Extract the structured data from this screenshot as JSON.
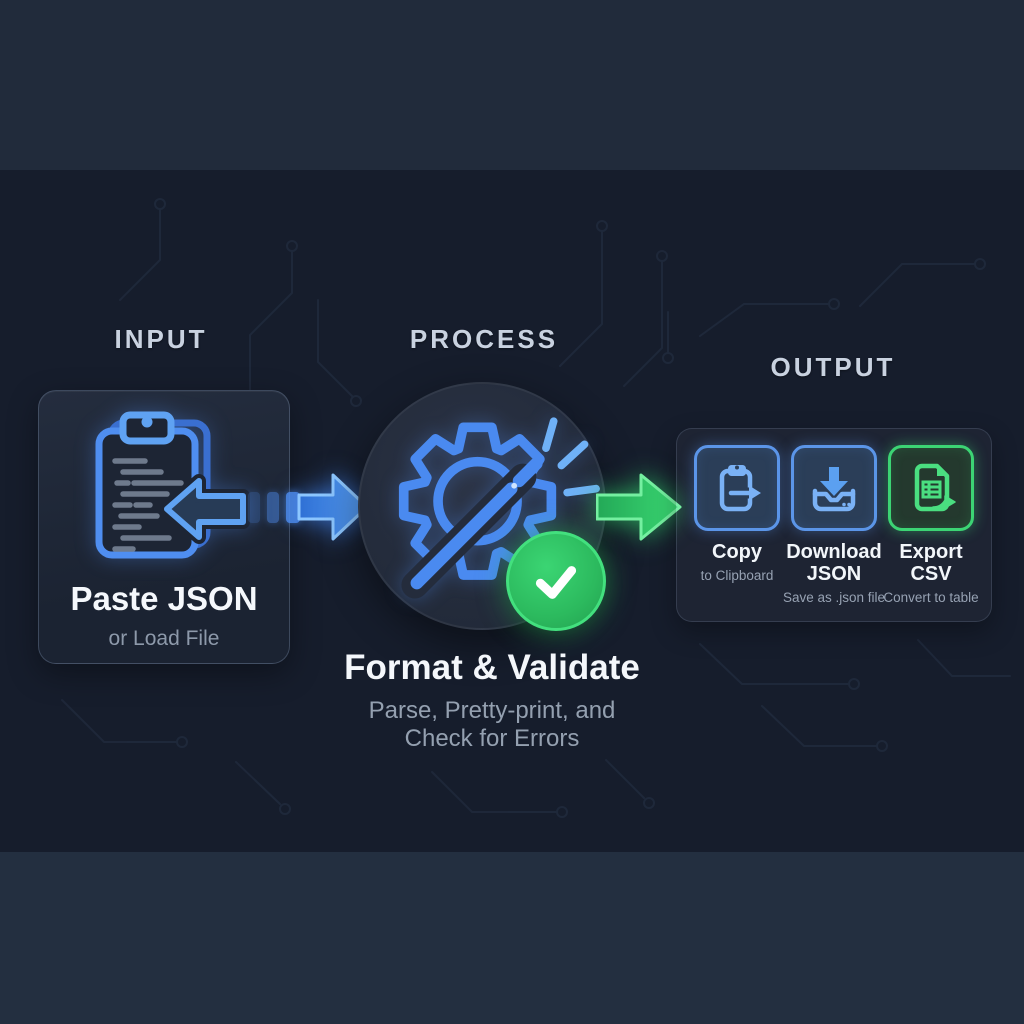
{
  "palette": {
    "background": "#161d2c",
    "band": "#212b3b",
    "blue_accent": "#4f8ef0",
    "green_accent": "#2fc566",
    "heading_color": "#c9d2e0",
    "title_color": "#f4f7fb",
    "muted_color": "#94a0b0"
  },
  "input": {
    "heading": "INPUT",
    "title": "Paste JSON",
    "subtitle": "or Load File",
    "icon": "clipboard-paste-icon"
  },
  "process": {
    "heading": "PROCESS",
    "title": "Format & Validate",
    "subtitle_line1": "Parse, Pretty-print, and",
    "subtitle_line2": "Check for Errors",
    "icon": "gear-wand-icon",
    "status_icon": "check-icon"
  },
  "output": {
    "heading": "OUTPUT",
    "buttons": [
      {
        "label": "Copy",
        "sublabel": "to Clipboard",
        "icon": "copy-clipboard-icon",
        "accent": "#5b95e8"
      },
      {
        "label": "Download JSON",
        "sublabel": "Save as .json file",
        "icon": "download-tray-icon",
        "accent": "#5b95e8"
      },
      {
        "label": "Export CSV",
        "sublabel": "Convert to table",
        "icon": "export-csv-icon",
        "accent": "#3cd474"
      }
    ]
  }
}
